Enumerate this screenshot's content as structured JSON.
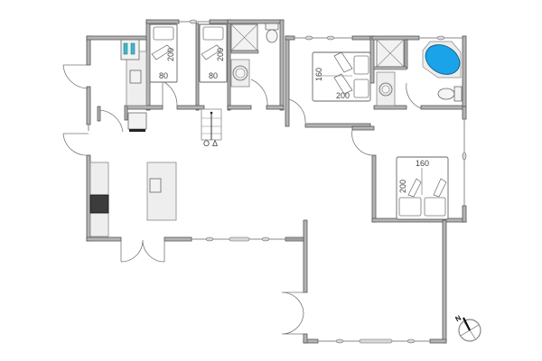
{
  "plan": {
    "type": "floor-plan",
    "colors": {
      "wall": "#b4b4b4",
      "wall_outline": "#555555",
      "bathtub": "#1aa3e8",
      "stove": "#3c3c3c",
      "counter": "#eeeeee",
      "tap_accent": "#3fb8c8"
    },
    "bedrooms": [
      {
        "name": "bedroom-1",
        "bed_width": "80",
        "bed_length": "200"
      },
      {
        "name": "bedroom-2",
        "bed_width": "80",
        "bed_length": "200"
      },
      {
        "name": "bedroom-3",
        "bed_width": "160",
        "bed_length": "200"
      },
      {
        "name": "bedroom-4",
        "bed_width": "160",
        "bed_length": "200"
      }
    ],
    "stairs": {
      "labels": [
        "O",
        "Δ"
      ]
    },
    "compass": {
      "label": "N"
    }
  }
}
